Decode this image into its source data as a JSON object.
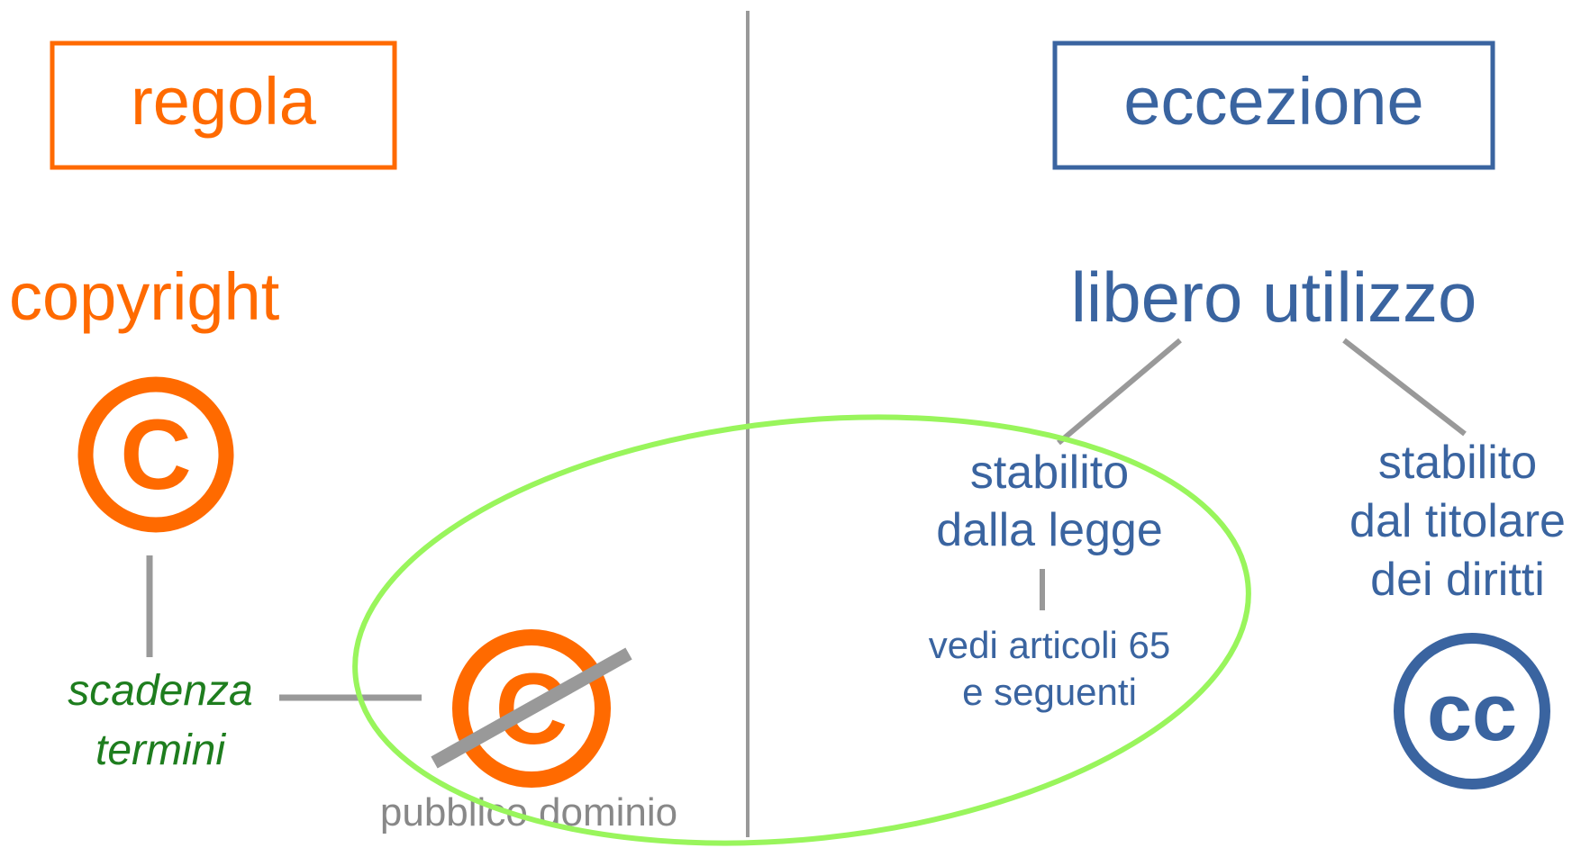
{
  "left": {
    "box_label": "regola",
    "heading": "copyright",
    "copyright_symbol": "C",
    "expiry_lines": [
      "scadenza",
      "termini"
    ],
    "public_domain_symbol": "C",
    "public_domain_label": "pubblico dominio"
  },
  "right": {
    "box_label": "eccezione",
    "heading": "libero utilizzo",
    "by_law_lines": [
      "stabilito",
      "dalla legge"
    ],
    "articles_lines": [
      "vedi articoli 65",
      "e seguenti"
    ],
    "by_holder_lines": [
      "stabilito",
      "dal titolare",
      "dei diritti"
    ],
    "cc_symbol": "cc"
  },
  "colors": {
    "orange": "#ff6a00",
    "blue": "#3a64a0",
    "green_text": "#1e7d1e",
    "grey": "#999999",
    "ellipse": "#99f55c"
  },
  "icons": [
    "copyright-icon",
    "public-domain-icon",
    "creative-commons-icon"
  ]
}
